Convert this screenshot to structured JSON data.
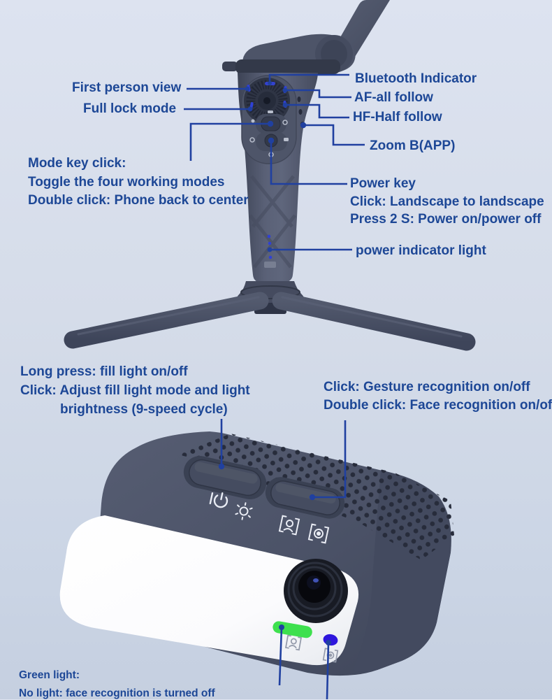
{
  "title": "Gimbal and AI fill-light module annotated diagram",
  "colors": {
    "background": "#d5dbe8",
    "annotation_text": "#1d4796",
    "callout_line": "#2040a0",
    "device_body": "#4c5267",
    "light_panel": "#ffffff",
    "indicator_green": "#3ee04e",
    "indicator_blue": "#2e16dd",
    "led_blue": "#2f41d6"
  },
  "annotations": {
    "first_person_view": "First person view",
    "full_lock_mode": "Full lock mode",
    "bluetooth_indicator": "Bluetooth Indicator",
    "af_all_follow": "AF-all follow",
    "hf_half_follow": "HF-Half follow",
    "zoom_b_app": "Zoom B(APP)",
    "mode_key": {
      "lines": [
        "Mode key click:",
        "Toggle the four working modes",
        "Double click: Phone back to center"
      ]
    },
    "power_key": {
      "lines": [
        "Power key",
        "Click: Landscape to landscape",
        "Press 2 S: Power on/power off"
      ]
    },
    "power_indicator_light": "power indicator light",
    "fill_light": {
      "lines": [
        "Long press: fill light on/off",
        "Click: Adjust fill light mode and light",
        "brightness (9-speed cycle)"
      ]
    },
    "gesture": {
      "lines": [
        "Click: Gesture recognition on/off",
        "Double click: Face recognition on/off"
      ]
    },
    "footer": {
      "lines": [
        "Green light:",
        "No light: face recognition is turned off"
      ]
    }
  },
  "device_icons": [
    "power-icon",
    "fill-light-icon",
    "gesture-recognition-icon",
    "face-recognition-icon",
    "face-frame-icon"
  ]
}
